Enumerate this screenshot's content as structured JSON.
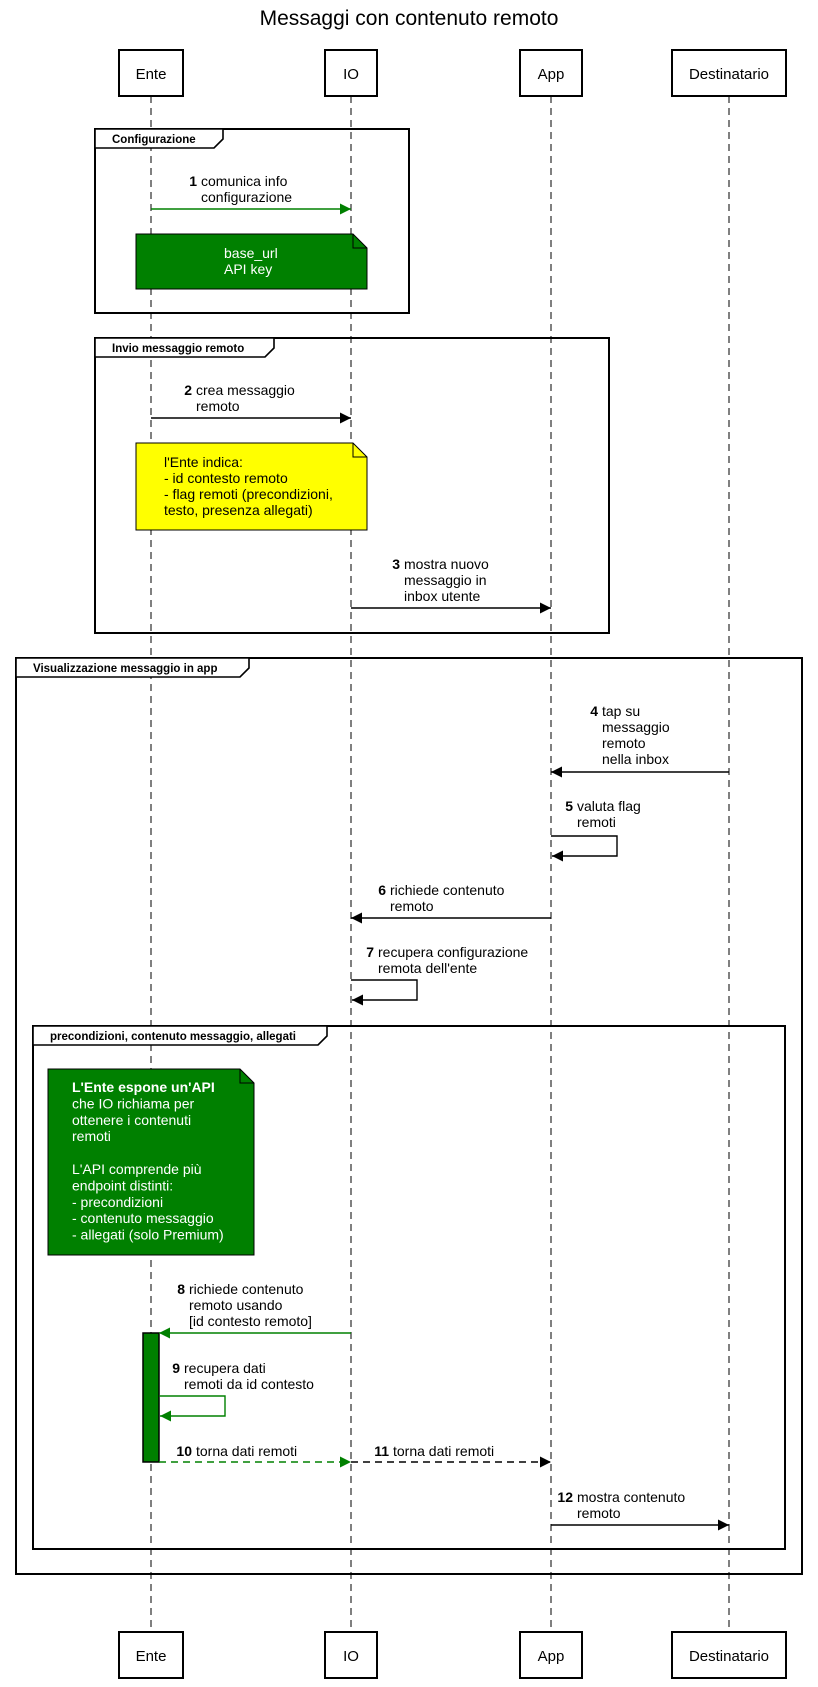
{
  "title": "Messaggi con contenuto remoto",
  "participants": [
    "Ente",
    "IO",
    "App",
    "Destinatario"
  ],
  "colors": {
    "green": "#008000",
    "yellow": "#ffff00",
    "black": "#000000",
    "white": "#ffffff"
  },
  "frames": [
    {
      "id": "configurazione",
      "label": "Configurazione"
    },
    {
      "id": "invio",
      "label": "Invio messaggio remoto"
    },
    {
      "id": "visualizzazione",
      "label": "Visualizzazione messaggio in app"
    },
    {
      "id": "precondizioni",
      "label": "precondizioni, contenuto messaggio, allegati"
    }
  ],
  "messages": [
    {
      "num": "1",
      "from": "Ente",
      "to": "IO",
      "style": "solid",
      "color": "green",
      "lines": [
        "comunica info",
        "configurazione"
      ]
    },
    {
      "num": "2",
      "from": "Ente",
      "to": "IO",
      "style": "solid",
      "color": "black",
      "lines": [
        "crea messaggio",
        "remoto"
      ]
    },
    {
      "num": "3",
      "from": "IO",
      "to": "App",
      "style": "solid",
      "color": "black",
      "lines": [
        "mostra nuovo",
        "messaggio in",
        "inbox utente"
      ]
    },
    {
      "num": "4",
      "from": "Destinatario",
      "to": "App",
      "style": "solid",
      "color": "black",
      "lines": [
        "tap su",
        "messaggio",
        "remoto",
        "nella inbox"
      ]
    },
    {
      "num": "5",
      "from": "App",
      "to": "App",
      "style": "solid",
      "color": "black",
      "lines": [
        "valuta flag",
        "remoti"
      ]
    },
    {
      "num": "6",
      "from": "App",
      "to": "IO",
      "style": "solid",
      "color": "black",
      "lines": [
        "richiede contenuto",
        "remoto"
      ]
    },
    {
      "num": "7",
      "from": "IO",
      "to": "IO",
      "style": "solid",
      "color": "black",
      "lines": [
        "recupera configurazione",
        "remota dell'ente"
      ]
    },
    {
      "num": "8",
      "from": "IO",
      "to": "Ente",
      "style": "solid",
      "color": "green",
      "lines": [
        "richiede contenuto",
        "remoto usando",
        "[id contesto remoto]"
      ]
    },
    {
      "num": "9",
      "from": "Ente",
      "to": "Ente",
      "style": "solid",
      "color": "green",
      "lines": [
        "recupera dati",
        "remoti da id contesto"
      ]
    },
    {
      "num": "10",
      "from": "Ente",
      "to": "IO",
      "style": "dashed",
      "color": "green",
      "lines": [
        "torna dati remoti"
      ]
    },
    {
      "num": "11",
      "from": "IO",
      "to": "App",
      "style": "dashed",
      "color": "black",
      "lines": [
        "torna dati remoti"
      ]
    },
    {
      "num": "12",
      "from": "App",
      "to": "Destinatario",
      "style": "solid",
      "color": "black",
      "lines": [
        "mostra contenuto",
        "remoto"
      ]
    }
  ],
  "notes": [
    {
      "id": "config",
      "fill": "green",
      "text_color": "white",
      "bold_lines": 0,
      "lines": [
        "base_url",
        "API key"
      ]
    },
    {
      "id": "ente",
      "fill": "yellow",
      "text_color": "black",
      "bold_lines": 0,
      "lines": [
        "l'Ente indica:",
        "- id contesto remoto",
        "- flag remoti (precondizioni,",
        "testo, presenza allegati)"
      ]
    },
    {
      "id": "api",
      "fill": "green",
      "text_color": "white",
      "bold_lines": 1,
      "lines": [
        "L'Ente espone un'API",
        "che IO richiama per",
        "ottenere i contenuti",
        "remoti",
        "",
        "L'API comprende più",
        "endpoint distinti:",
        "- precondizioni",
        "- contenuto messaggio",
        "- allegati (solo Premium)"
      ]
    }
  ]
}
